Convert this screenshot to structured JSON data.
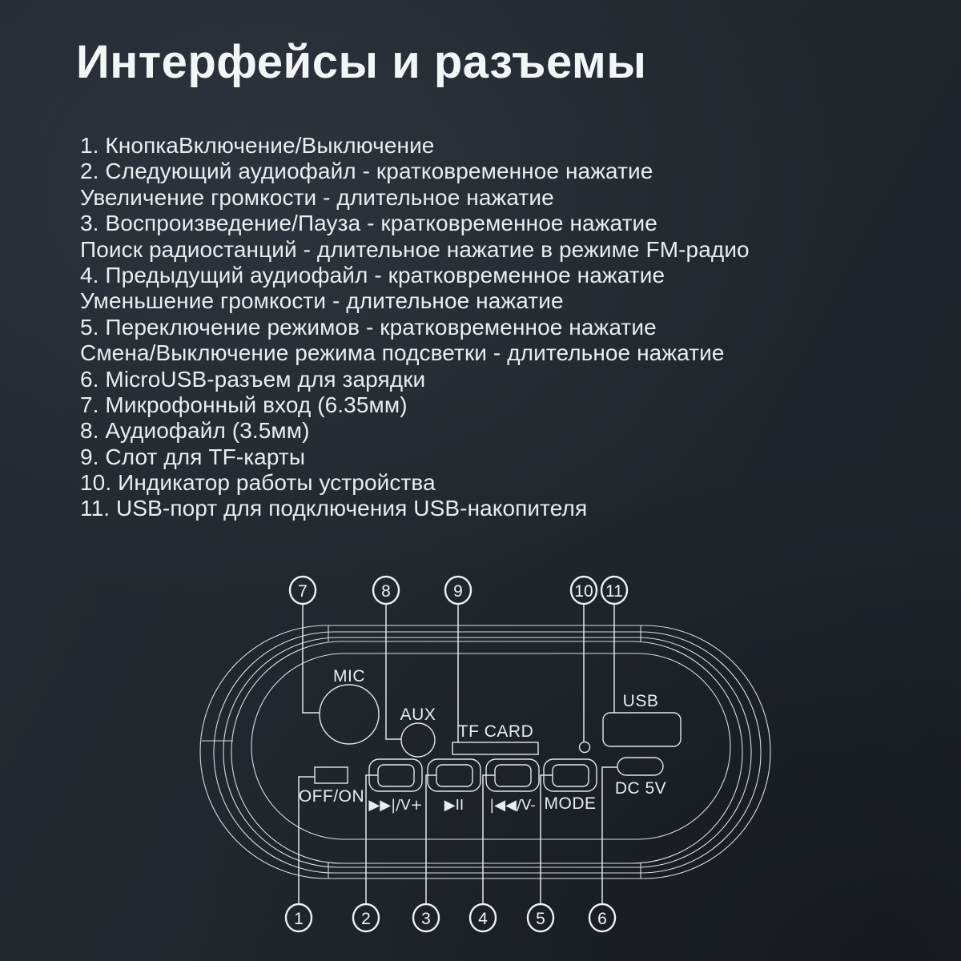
{
  "page": {
    "title": "Интерфейсы и разъемы"
  },
  "list": {
    "lines": [
      "1. КнопкаВключение/Выключение",
      "2. Следующий аудиофайл - кратковременное нажатие",
      "Увеличение громкости - длительное нажатие",
      "3. Воспроизведение/Пауза - кратковременное нажатие",
      "Поиск радиостанций - длительное нажатие в режиме FM-радио",
      "4. Предыдущий аудиофайл - кратковременное нажатие",
      "Уменьшение громкости - длительное нажатие",
      "5. Переключение режимов - кратковременное нажатие",
      "Смена/Выключение режима подсветки - длительное нажатие",
      "6. MicroUSB-разъем для зарядки",
      "7. Микрофонный вход (6.35мм)",
      "8. Аудиофайл (3.5мм)",
      "9. Слот для TF-карты",
      "10. Индикатор работы устройства",
      "11. USB-порт для подключения USB-накопителя"
    ]
  },
  "diagram": {
    "labels": {
      "mic": "MIC",
      "aux": "AUX",
      "tf_card": "TF CARD",
      "usb": "USB",
      "off_on": "OFF/ON",
      "dc_5v": "DC 5V",
      "btn_next": "▶▶|/V+",
      "btn_play": "▶II",
      "btn_prev": "|◀◀/V-",
      "btn_mode": "MODE"
    },
    "callouts_top": [
      "7",
      "8",
      "9",
      "10",
      "11"
    ],
    "callouts_bottom": [
      "1",
      "2",
      "3",
      "4",
      "5",
      "6"
    ]
  },
  "colors": {
    "background": "#22262d",
    "line": "#e3e6ea",
    "text": "#eaedf0"
  }
}
